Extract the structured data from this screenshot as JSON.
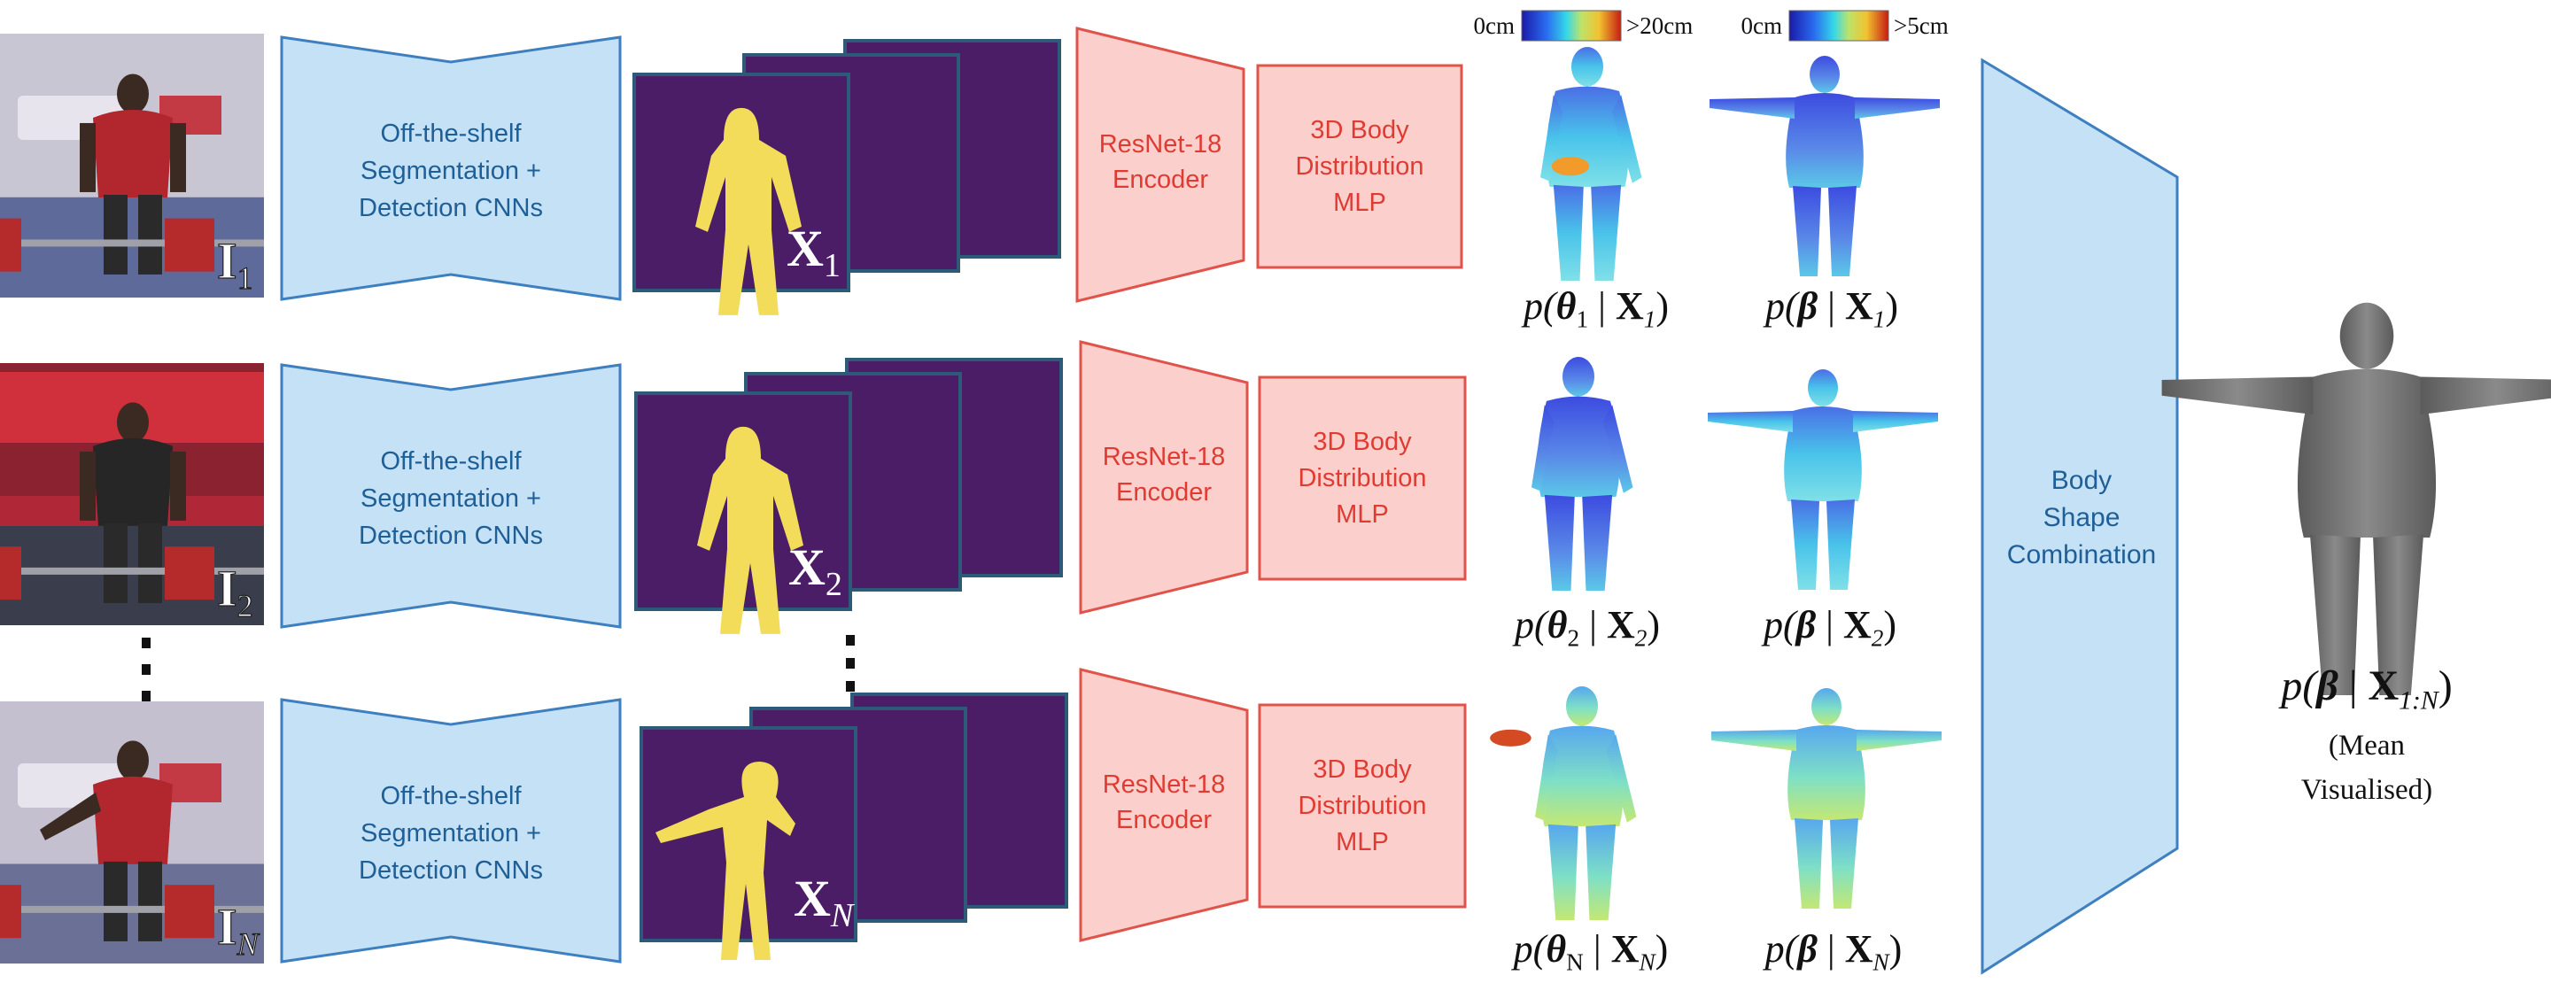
{
  "rows": [
    {
      "image_label": "I",
      "image_sub": "1",
      "seg_text": [
        "Off-the-shelf",
        "Segmentation +",
        "Detection CNNs"
      ],
      "x_label": "X",
      "x_sub": "1",
      "enc_text": [
        "ResNet-18",
        "Encoder"
      ],
      "mlp_text": [
        "3D Body",
        "Distribution",
        "MLP"
      ],
      "pose_label": {
        "pre": "p(",
        "sym": "θ",
        "sub": "1",
        "bar": " | ",
        "x": "X",
        "xsub": "1",
        "post": ")"
      },
      "shape_label": {
        "pre": "p(",
        "sym": "β",
        "bar": " | ",
        "x": "X",
        "xsub": "1",
        "post": ")"
      }
    },
    {
      "image_label": "I",
      "image_sub": "2",
      "seg_text": [
        "Off-the-shelf",
        "Segmentation +",
        "Detection CNNs"
      ],
      "x_label": "X",
      "x_sub": "2",
      "enc_text": [
        "ResNet-18",
        "Encoder"
      ],
      "mlp_text": [
        "3D Body",
        "Distribution",
        "MLP"
      ],
      "pose_label": {
        "pre": "p(",
        "sym": "θ",
        "sub": "2",
        "bar": " | ",
        "x": "X",
        "xsub": "2",
        "post": ")"
      },
      "shape_label": {
        "pre": "p(",
        "sym": "β",
        "bar": " | ",
        "x": "X",
        "xsub": "2",
        "post": ")"
      }
    },
    {
      "image_label": "I",
      "image_sub": "N",
      "seg_text": [
        "Off-the-shelf",
        "Segmentation +",
        "Detection CNNs"
      ],
      "x_label": "X",
      "x_sub": "N",
      "enc_text": [
        "ResNet-18",
        "Encoder"
      ],
      "mlp_text": [
        "3D Body",
        "Distribution",
        "MLP"
      ],
      "pose_label": {
        "pre": "p(",
        "sym": "θ",
        "sub": "N",
        "bar": " | ",
        "x": "X",
        "xsub": "N",
        "post": ")"
      },
      "shape_label": {
        "pre": "p(",
        "sym": "β",
        "bar": " | ",
        "x": "X",
        "xsub": "N",
        "post": ")"
      }
    }
  ],
  "colorbars": [
    {
      "min": "0cm",
      "max": ">20cm"
    },
    {
      "min": "0cm",
      "max": ">5cm"
    }
  ],
  "combination_text": [
    "Body",
    "Shape",
    "Combination"
  ],
  "output_label": {
    "pre": "p(",
    "sym": "β",
    "bar": " | ",
    "x": "X",
    "xsub": "1:N",
    "post": ")"
  },
  "output_caption": [
    "(Mean",
    "Visualised)"
  ],
  "colors": {
    "seg_fill": "#c5e1f5",
    "seg_stroke": "#3d7fbf",
    "seg_text": "#1f5f98",
    "enc_fill": "#fbd0cc",
    "enc_stroke": "#e0534a",
    "enc_text": "#e03b32",
    "map_fill": "#4b1d66",
    "map_stroke": "#2c5a78",
    "silhouette": "#f3dc5a",
    "mesh_gray": "#6f6f6f"
  }
}
